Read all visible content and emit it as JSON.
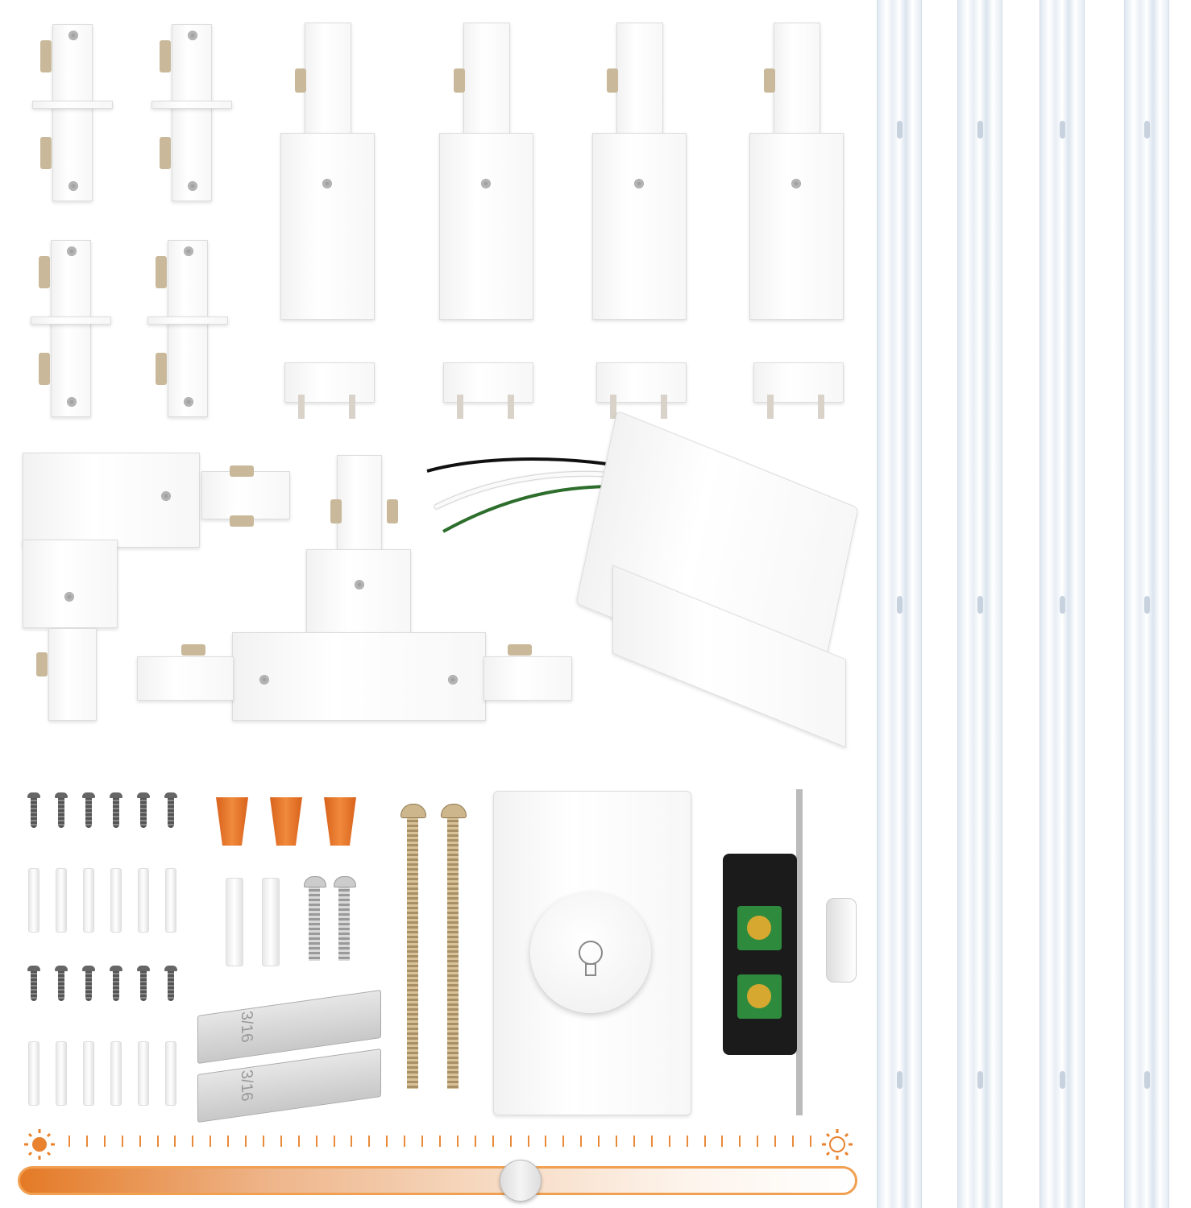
{
  "toggle_bolt": {
    "size_label": "3/16"
  },
  "dimmer_slider": {
    "level": 0.6,
    "min_icon": "sun-dim-icon",
    "max_icon": "sun-bright-icon",
    "tick_count": 43
  },
  "colors": {
    "accent": "#e8822e",
    "wire_nut": "#ea7a2c",
    "terminal": "#2e8b3e"
  }
}
